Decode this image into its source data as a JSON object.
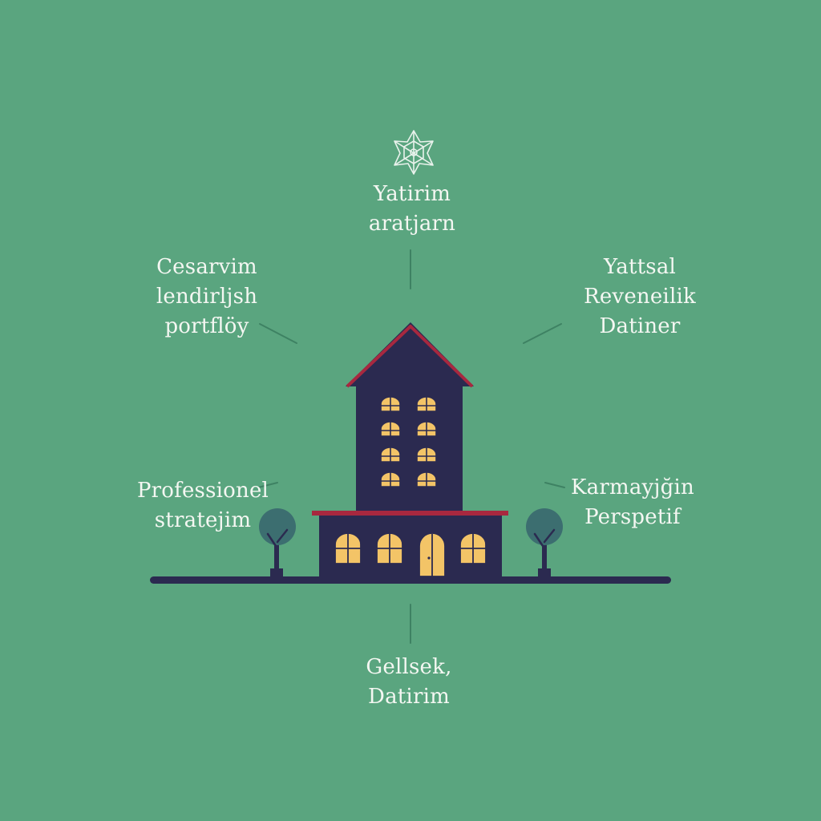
{
  "labels": {
    "top": {
      "line1": "Yatirim",
      "line2": "aratjarn"
    },
    "top_left": {
      "line1": "Cesarvim",
      "line2": "lendirljsh",
      "line3": "portflöy"
    },
    "top_right": {
      "line1": "Yattsal",
      "line2": "Reveneilik",
      "line3": "Datiner"
    },
    "middle_left": {
      "line1": "Professionel",
      "line2": "stratejim"
    },
    "middle_right": {
      "line1": "Karmayjğin",
      "line2": "Perspetif"
    },
    "bottom": {
      "line1": "Gellsek,",
      "line2": "Datirim"
    }
  },
  "colors": {
    "background": "#5aa57f",
    "building": "#2b2a50",
    "roof_trim": "#a8283f",
    "window": "#f3c467",
    "tree_crown": "#3c6e70",
    "text": "#f4f7f2",
    "connector": "#3e8263"
  },
  "icons": {
    "top": "network-star-icon"
  }
}
